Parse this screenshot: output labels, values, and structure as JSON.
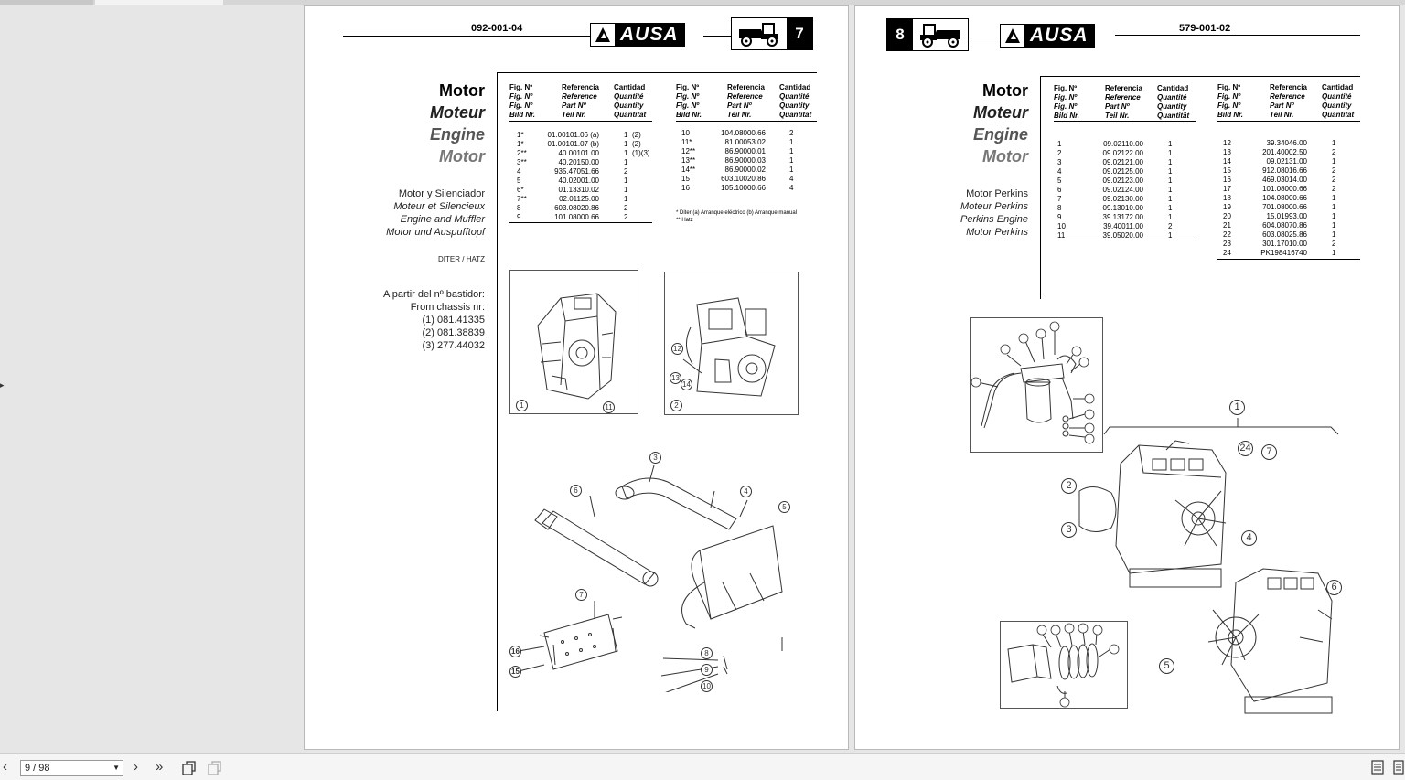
{
  "viewer": {
    "toolbar": {
      "page_indicator": "9 / 98",
      "prev_label": "‹",
      "next_label": "›",
      "last_label": "»"
    }
  },
  "left_page": {
    "doc_number": "092-001-04",
    "brand": "AUSA",
    "page_number": "7",
    "titles": [
      "Motor",
      "Moteur",
      "Engine",
      "Motor"
    ],
    "subtitles": [
      "Motor y Silenciador",
      "Moteur et Silencieux",
      "Engine and Muffler",
      "Motor und Auspufftopf"
    ],
    "variant": "DITER / HATZ",
    "chassis_note": [
      "A partir del nº bastidor:",
      "From chassis nr:",
      "(1) 081.41335",
      "(2) 081.38839",
      "(3) 277.44032"
    ],
    "table_headers": {
      "fig": [
        "Fig. Nº",
        "Fig. Nº",
        "Fig. Nº",
        "Bild Nr."
      ],
      "ref": [
        "Referencia",
        "Reference",
        "Part Nº",
        "Teil Nr."
      ],
      "qty": [
        "Cantidad",
        "Quantité",
        "Quantity",
        "Quantität"
      ]
    },
    "table_a": [
      [
        "1*",
        "01.00101.06 (a)",
        "1",
        "(2)"
      ],
      [
        "1*",
        "01.00101.07 (b)",
        "1",
        "(2)"
      ],
      [
        "2**",
        "40.00101.00",
        "1",
        "(1)(3)"
      ],
      [
        "3**",
        "40.20150.00",
        "1",
        ""
      ],
      [
        "4",
        "935.47051.66",
        "2",
        ""
      ],
      [
        "5",
        "40.02001.00",
        "1",
        ""
      ],
      [
        "6*",
        "01.13310.02",
        "1",
        ""
      ],
      [
        "7**",
        "02.01125.00",
        "1",
        ""
      ],
      [
        "8",
        "603.08020.86",
        "2",
        ""
      ],
      [
        "9",
        "101.08000.66",
        "2",
        ""
      ]
    ],
    "table_b": [
      [
        "10",
        "104.08000.66",
        "2"
      ],
      [
        "11*",
        "81.00053.02",
        "1"
      ],
      [
        "12**",
        "86.90000.01",
        "1"
      ],
      [
        "13**",
        "86.90000.03",
        "1"
      ],
      [
        "14**",
        "86.90000.02",
        "1"
      ],
      [
        "15",
        "603.10020.86",
        "4"
      ],
      [
        "16",
        "105.10000.66",
        "4"
      ]
    ],
    "notes": [
      "* Diter (a) Arranque eléctrico (b) Arranque manual",
      "** Hatz"
    ],
    "callouts": [
      "1",
      "11",
      "12",
      "13",
      "14",
      "2",
      "3",
      "4",
      "5",
      "6",
      "7",
      "8",
      "9",
      "10",
      "16",
      "15"
    ]
  },
  "right_page": {
    "doc_number": "579-001-02",
    "brand": "AUSA",
    "page_number": "8",
    "titles": [
      "Motor",
      "Moteur",
      "Engine",
      "Motor"
    ],
    "subtitles": [
      "Motor Perkins",
      "Moteur Perkins",
      "Perkins Engine",
      "Motor Perkins"
    ],
    "table_headers": {
      "fig": [
        "Fig. Nº",
        "Fig. Nº",
        "Fig. Nº",
        "Bild Nr."
      ],
      "ref": [
        "Referencia",
        "Reference",
        "Part Nº",
        "Teil Nr."
      ],
      "qty": [
        "Cantidad",
        "Quantité",
        "Quantity",
        "Quantität"
      ]
    },
    "table_a": [
      [
        "1",
        "09.02110.00",
        "1"
      ],
      [
        "2",
        "09.02122.00",
        "1"
      ],
      [
        "3",
        "09.02121.00",
        "1"
      ],
      [
        "4",
        "09.02125.00",
        "1"
      ],
      [
        "5",
        "09.02123.00",
        "1"
      ],
      [
        "6",
        "09.02124.00",
        "1"
      ],
      [
        "7",
        "09.02130.00",
        "1"
      ],
      [
        "8",
        "09.13010.00",
        "1"
      ],
      [
        "9",
        "39.13172.00",
        "1"
      ],
      [
        "10",
        "39.40011.00",
        "2"
      ],
      [
        "11",
        "39.05020.00",
        "1"
      ]
    ],
    "table_b": [
      [
        "12",
        "39.34046.00",
        "1"
      ],
      [
        "13",
        "201.40002.50",
        "2"
      ],
      [
        "14",
        "09.02131.00",
        "1"
      ],
      [
        "15",
        "912.08016.66",
        "2"
      ],
      [
        "16",
        "469.03014.00",
        "2"
      ],
      [
        "17",
        "101.08000.66",
        "2"
      ],
      [
        "18",
        "104.08000.66",
        "1"
      ],
      [
        "19",
        "701.08000.66",
        "1"
      ],
      [
        "20",
        "15.01993.00",
        "1"
      ],
      [
        "21",
        "604.08070.86",
        "1"
      ],
      [
        "22",
        "603.08025.86",
        "1"
      ],
      [
        "23",
        "301.17010.00",
        "2"
      ],
      [
        "24",
        "PK198416740",
        "1"
      ]
    ],
    "callouts": [
      "1",
      "24",
      "7",
      "2",
      "3",
      "4",
      "6",
      "5"
    ]
  }
}
